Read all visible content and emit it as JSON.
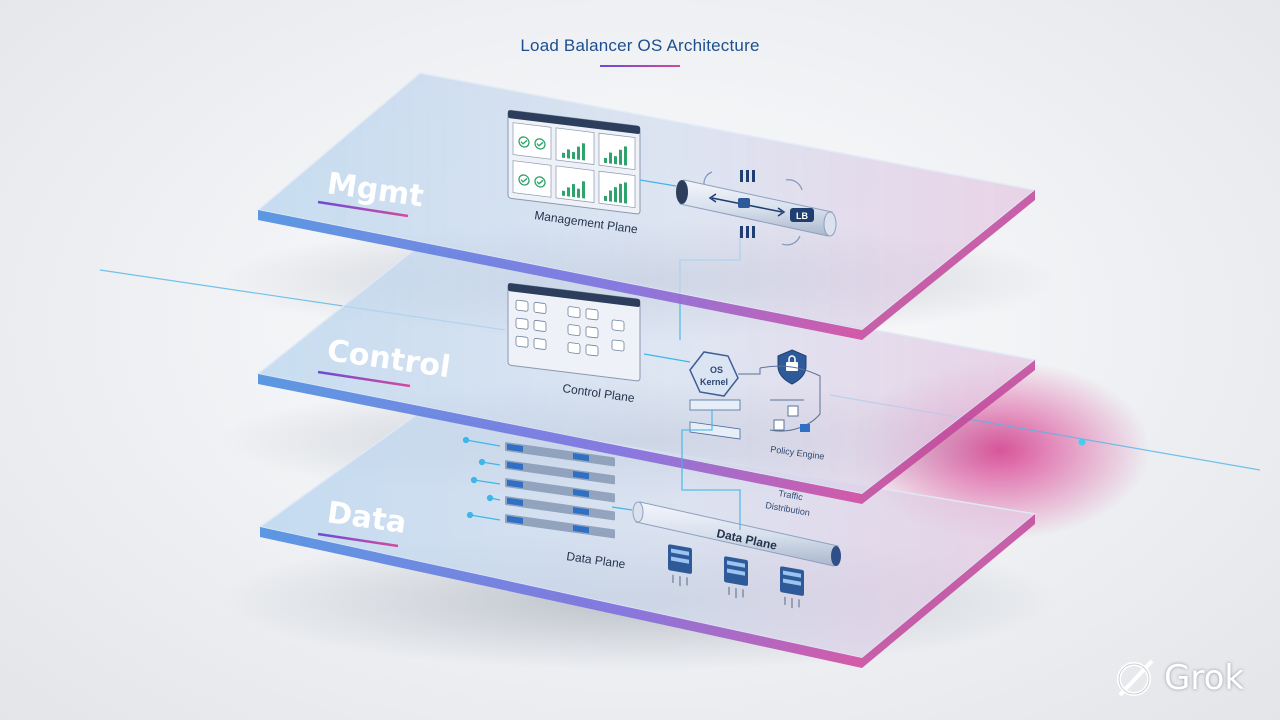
{
  "title": "Load Balancer OS Architecture",
  "planes": {
    "mgmt": {
      "label": "Mgmt",
      "caption": "Management Plane",
      "lb_badge": "LB"
    },
    "control": {
      "label": "Control",
      "caption": "Control Plane",
      "kernel_line1": "OS",
      "kernel_line2": "Kernel",
      "policy_caption": "Policy Engine"
    },
    "data": {
      "label": "Data",
      "caption": "Data Plane",
      "bus_label": "Data Plane",
      "traffic_line1": "Traffic",
      "traffic_line2": "Distribution"
    }
  },
  "watermark": {
    "text": "Grok"
  },
  "colors": {
    "accent_blue": "#3f8fe0",
    "accent_pink": "#d64a9b",
    "accent_purple": "#6b4bd6",
    "chart_green": "#2fa36b"
  }
}
